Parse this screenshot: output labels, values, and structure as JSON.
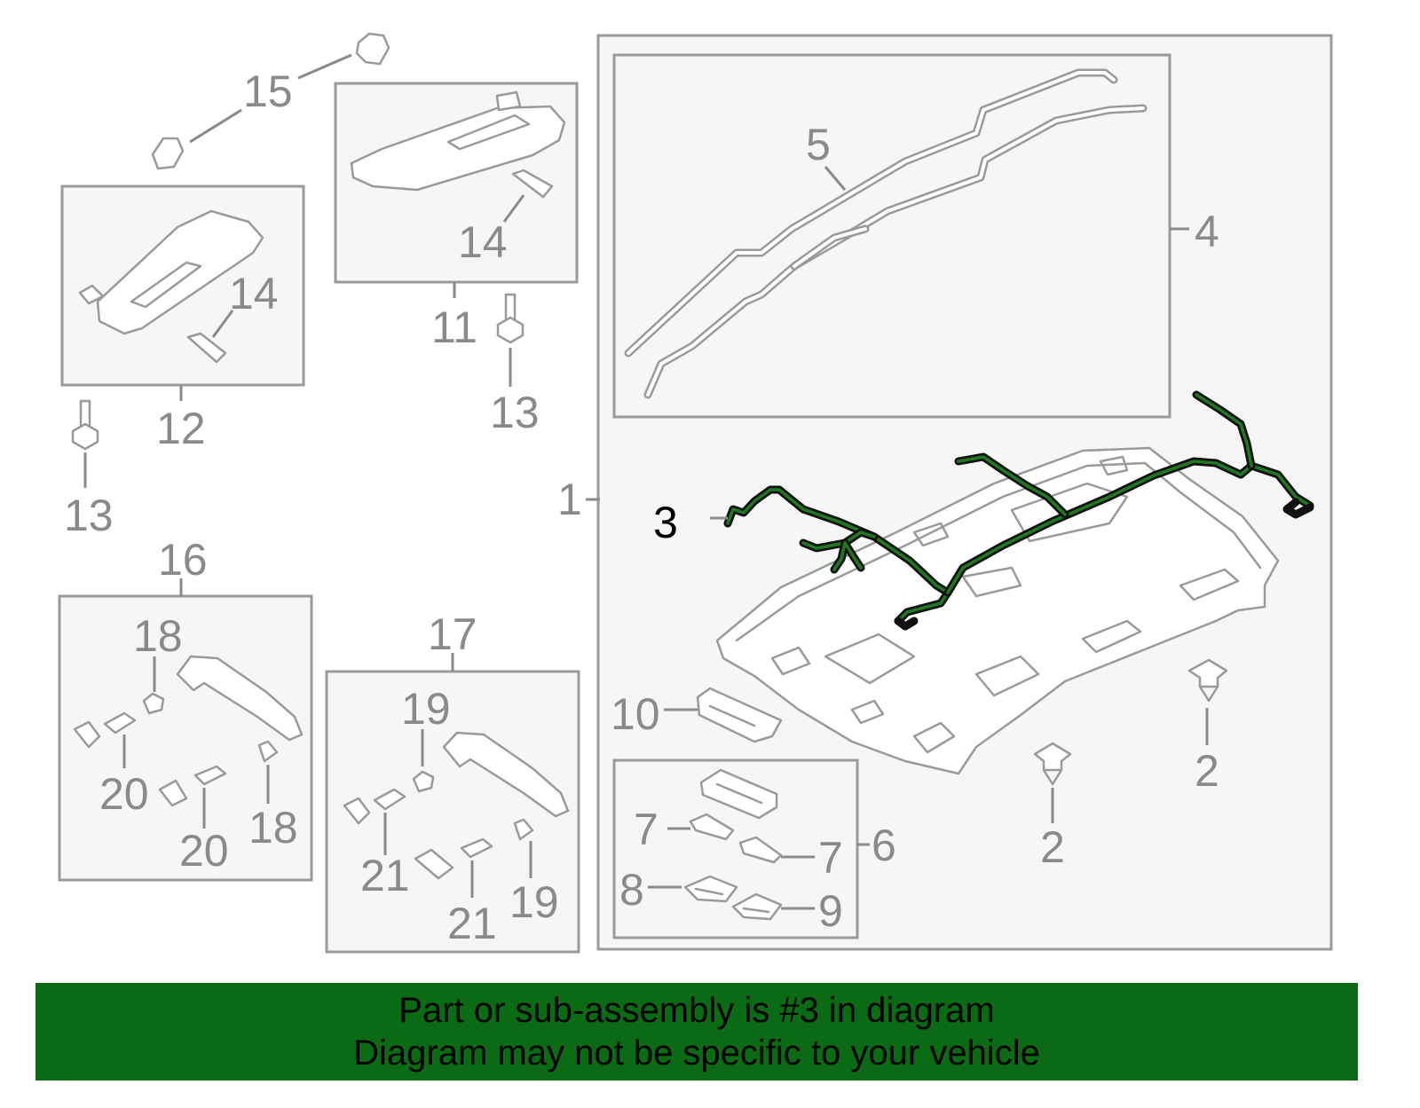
{
  "callouts": {
    "c1": "1",
    "c2a": "2",
    "c2b": "2",
    "c3": "3",
    "c4": "4",
    "c5": "5",
    "c6": "6",
    "c7a": "7",
    "c7b": "7",
    "c8": "8",
    "c9": "9",
    "c10": "10",
    "c11": "11",
    "c12": "12",
    "c13a": "13",
    "c13b": "13",
    "c14a": "14",
    "c14b": "14",
    "c15": "15",
    "c16": "16",
    "c17": "17",
    "c18a": "18",
    "c18b": "18",
    "c19a": "19",
    "c19b": "19",
    "c20a": "20",
    "c20b": "20",
    "c21a": "21",
    "c21b": "21"
  },
  "highlighted_part": "3",
  "banner": {
    "line1": "Part or sub-assembly is #3 in diagram",
    "line2": "Diagram may not be specific to your vehicle"
  },
  "colors": {
    "banner": "#0b6b14",
    "line_art": "#9a9a9a",
    "harness": "#1f7a1f",
    "highlight_text": "#000000"
  }
}
